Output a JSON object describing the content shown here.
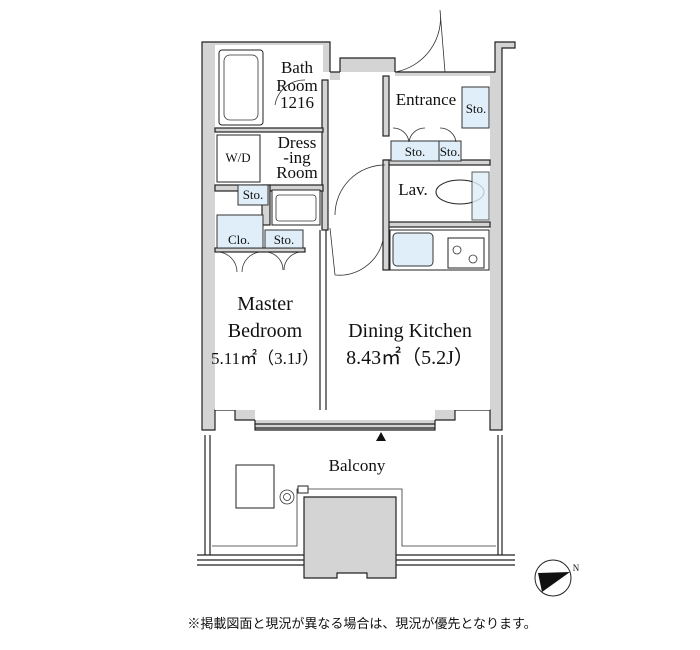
{
  "rooms": {
    "bath": {
      "line1": "Bath",
      "line2": "Room",
      "line3": "1216"
    },
    "dressing": {
      "line1": "Dress",
      "line2": "-ing",
      "line3": "Room"
    },
    "washer": "W/D",
    "entrance": "Entrance",
    "lav": "Lav.",
    "closet": "Clo.",
    "storage": "Sto.",
    "master_bedroom": {
      "line1": "Master",
      "line2": "Bedroom",
      "area": "5.11㎡（3.1J）"
    },
    "dining_kitchen": {
      "line1": "Dining Kitchen",
      "area": "8.43㎡（5.2J）"
    },
    "balcony": "Balcony"
  },
  "compass": {
    "label": "N"
  },
  "note": "※掲載図面と現況が異なる場合は、現況が優先となります。"
}
